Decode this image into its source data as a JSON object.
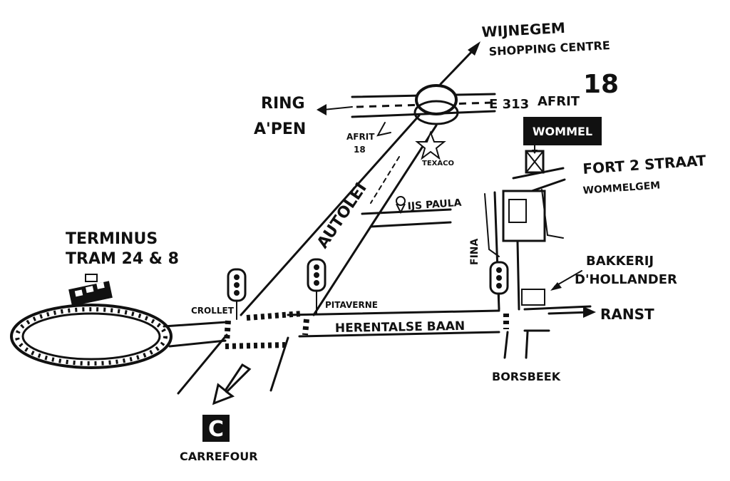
{
  "labels": {
    "wijnegem_1": "WIJNEGEM",
    "wijnegem_2": "SHOPPING CENTRE",
    "e313": "E 313",
    "afrit_main": "AFRIT",
    "afrit_main_num": "18",
    "ring_1": "RING",
    "ring_2": "A'PEN",
    "afrit_small_1": "AFRIT",
    "afrit_small_2": "18",
    "texaco": "TEXACO",
    "wommel": "WOMMEL",
    "fort_1": "FORT 2 STRAAT",
    "fort_2": "WOMMELGEM",
    "autolei": "AUTOLEI",
    "ijs_paula": "IJS PAULA",
    "terminus_1": "TERMINUS",
    "terminus_2": "TRAM 24 & 8",
    "crollet": "CROLLET",
    "pitaverne": "PITAVERNE",
    "fina": "FINA",
    "bakkerij_1": "BAKKERIJ",
    "bakkerij_2": "D'HOLLANDER",
    "herentalse": "HERENTALSE BAAN",
    "ranst": "RANST",
    "borsbeek": "BORSBEEK",
    "carrefour_logo": "C",
    "carrefour": "CARREFOUR"
  },
  "colors": {
    "ink": "#111111",
    "paper": "#ffffff"
  }
}
